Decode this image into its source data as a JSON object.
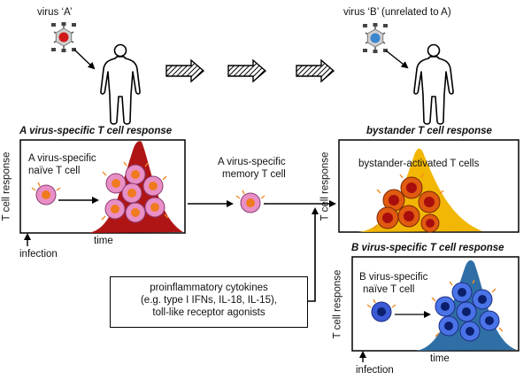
{
  "top": {
    "virus_a_label": "virus ‘A’",
    "virus_b_label": "virus ‘B’ (unrelated to A)"
  },
  "panel_a": {
    "title": "A virus-specific T cell response",
    "y_label": "T cell response",
    "x_label": "time",
    "cell_label_line1": "A virus-specific",
    "cell_label_line2": "naïve T cell",
    "infection_label": "infection"
  },
  "memory": {
    "line1": "A virus-specific",
    "line2": "memory T cell"
  },
  "bystander": {
    "title": "bystander T cell response",
    "y_label": "T cell response",
    "cells_label": "bystander-activated T cells"
  },
  "panel_b": {
    "title": "B virus-specific T cell response",
    "y_label": "T cell response",
    "x_label": "time",
    "cell_label_line1": "B virus-specific",
    "cell_label_line2": "naïve T cell",
    "infection_label": "infection"
  },
  "cytokines": {
    "line1": "proinflammatory cytokines",
    "line2": "(e.g. type I IFNs, IL-18, IL-15),",
    "line3": "toll-like receptor agonists"
  },
  "colors": {
    "red_peak": "#b01515",
    "yellow_peak": "#f2b705",
    "blue_peak": "#2f6fa6",
    "pink_cell": "#e98fc6",
    "orange_nucleus": "#f07a1e",
    "blue_cell": "#3a5ad6",
    "receptor": "#f08a24"
  }
}
